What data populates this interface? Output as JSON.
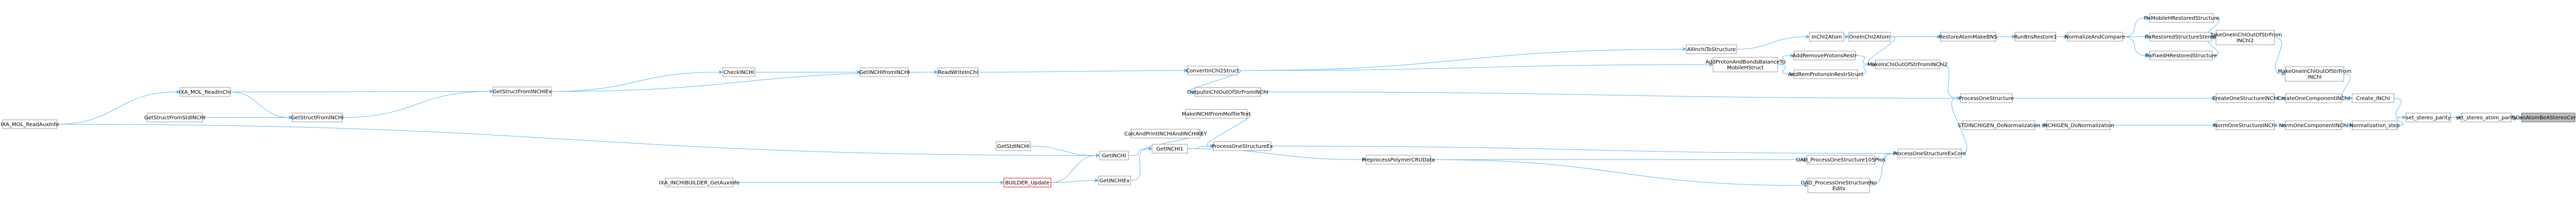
{
  "diagram": {
    "nodes": [
      {
        "id": "root",
        "label": "SCanAtomBeAStereoCenter",
        "style": "root"
      },
      {
        "id": "set_stereo_atom_parity",
        "label": "set_stereo_atom_parity"
      },
      {
        "id": "set_stereo_parity",
        "label": "set_stereo_parity"
      },
      {
        "id": "Create_INChI",
        "label": "Create_INChI"
      },
      {
        "id": "Normalization_step",
        "label": "Normalization_step"
      },
      {
        "id": "CreateOneComponentINChI",
        "label": "CreateOneComponentINChI"
      },
      {
        "id": "NormOneComponentINChI",
        "label": "NormOneComponentINChI"
      },
      {
        "id": "MakeOneInChIOutOfStrFromINChI",
        "label": "MakeOneInChIOutOfStrFrom\nINChI"
      },
      {
        "id": "CreateOneStructureINChI",
        "label": "CreateOneStructureINChI"
      },
      {
        "id": "NormOneStructureINChI",
        "label": "NormOneStructureINChI"
      },
      {
        "id": "MakeOneInChIOutOfStrFromINChI2",
        "label": "MakeOneInChIOutOfStrFrom\nINChI2"
      },
      {
        "id": "ProcessOneStructure",
        "label": "ProcessOneStructure"
      },
      {
        "id": "INCHIGEN_DoNormalization",
        "label": "INCHIGEN_DoNormalization"
      },
      {
        "id": "STDINCHIGEN_DoNormalization",
        "label": "STDINCHIGEN_DoNormalization"
      },
      {
        "id": "FixMobileHRestoredStructure",
        "label": "FixMobileHRestoredStructure"
      },
      {
        "id": "FixRestoredStructureStereo",
        "label": "FixRestoredStructureStereo"
      },
      {
        "id": "FixFixedHRestoredStructure",
        "label": "FixFixedHRestoredStructure"
      },
      {
        "id": "NormalizeAndCompare",
        "label": "NormalizeAndCompare"
      },
      {
        "id": "RunBnsRestore1",
        "label": "RunBnsRestore1"
      },
      {
        "id": "RestoreAtomMakeBNS",
        "label": "RestoreAtomMakeBNS"
      },
      {
        "id": "MakeInChIOutOfStrFromINChI2",
        "label": "MakeInChIOutOfStrFromINChI2"
      },
      {
        "id": "ProcessOneStructureEx",
        "label": "ProcessOneStructureEx"
      },
      {
        "id": "ProcessOneStructureExCore",
        "label": "ProcessOneStructureExCore"
      },
      {
        "id": "OneInChI2Atom",
        "label": "OneInChI2Atom"
      },
      {
        "id": "InChI2Atom",
        "label": "InChI2Atom"
      },
      {
        "id": "AddRemoveProtonsRestr",
        "label": "AddRemoveProtonsRestr"
      },
      {
        "id": "AddRemProtonsInRestrStruct",
        "label": "AddRemProtonsInRestrStruct"
      },
      {
        "id": "AddProtonAndBondsBalanceToMobileHStruct",
        "label": "AddProtonAndBondsBalanceTo\nMobileHStruct"
      },
      {
        "id": "AllInchiToStructure",
        "label": "AllInchiToStructure"
      },
      {
        "id": "OutputInChIOutOfStrFromINChI",
        "label": "OutputInChIOutOfStrFromINChI"
      },
      {
        "id": "OAD_ProcessOneStructure105Plus",
        "label": "OAD_ProcessOneStructure105Plus"
      },
      {
        "id": "OAD_ProcessOneStructureNoEdits",
        "label": "OAD_ProcessOneStructureNo\nEdits"
      },
      {
        "id": "PreprocessPolymerCRUData",
        "label": "PreprocessPolymerCRUData"
      },
      {
        "id": "ConvertInChI2Struct",
        "label": "ConvertInChI2Struct"
      },
      {
        "id": "MakeINCHIFromMolfileText",
        "label": "MakeINCHIFromMolfileText"
      },
      {
        "id": "CalcAndPrintINCHIAndINCHIKEY",
        "label": "CalcAndPrintINCHIAndINCHIKEY"
      },
      {
        "id": "GetINCHI1",
        "label": "GetINCHI1"
      },
      {
        "id": "GetINCHI",
        "label": "GetINCHI"
      },
      {
        "id": "GetINCHIEx",
        "label": "GetINCHIEx"
      },
      {
        "id": "GetStdINCHI",
        "label": "GetStdINCHI"
      },
      {
        "id": "BUILDER_Update",
        "label": "BUILDER_Update",
        "style": "red"
      },
      {
        "id": "IXA_INCHIBUILDER_GetInChIAuxInfo",
        "label": "IXA_INCHIBUILDER_GetAuxInfo"
      },
      {
        "id": "ReadWriteInChI",
        "label": "ReadWriteInChI"
      },
      {
        "id": "GetINCHIfromINCHI",
        "label": "GetINCHIfromINCHI"
      },
      {
        "id": "CheckINCHI",
        "label": "CheckINCHI"
      },
      {
        "id": "GetStructFromINCHIEx",
        "label": "GetStructFromINCHIEx"
      },
      {
        "id": "GetStructFromINCHI",
        "label": "GetStructFromINCHI"
      },
      {
        "id": "GetStructFromStdINCHI",
        "label": "GetStructFromStdINCHI"
      },
      {
        "id": "IXA_MOL_ReadInChI",
        "label": "IXA_MOL_ReadInChI"
      },
      {
        "id": "IXA_MOL_ReadAuxInfo",
        "label": "IXA_MOL_ReadAuxInfo"
      }
    ],
    "edges": [
      [
        "set_stereo_atom_parity",
        "root"
      ],
      [
        "set_stereo_parity",
        "set_stereo_atom_parity"
      ],
      [
        "Create_INChI",
        "set_stereo_parity"
      ],
      [
        "Normalization_step",
        "set_stereo_parity"
      ],
      [
        "CreateOneComponentINChI",
        "Create_INChI"
      ],
      [
        "MakeOneInChIOutOfStrFromINChI",
        "Create_INChI"
      ],
      [
        "NormOneComponentINChI",
        "Normalization_step"
      ],
      [
        "CreateOneStructureINChI",
        "CreateOneComponentINChI"
      ],
      [
        "NormOneStructureINChI",
        "NormOneComponentINChI"
      ],
      [
        "MakeOneInChIOutOfStrFromINChI2",
        "MakeOneInChIOutOfStrFromINChI"
      ],
      [
        "ProcessOneStructure",
        "CreateOneStructureINChI"
      ],
      [
        "INCHIGEN_DoNormalization",
        "NormOneStructureINChI"
      ],
      [
        "STDINCHIGEN_DoNormalization",
        "INCHIGEN_DoNormalization"
      ],
      [
        "FixMobileHRestoredStructure",
        "MakeOneInChIOutOfStrFromINChI2"
      ],
      [
        "FixRestoredStructureStereo",
        "MakeOneInChIOutOfStrFromINChI2"
      ],
      [
        "FixFixedHRestoredStructure",
        "MakeOneInChIOutOfStrFromINChI2"
      ],
      [
        "NormalizeAndCompare",
        "MakeOneInChIOutOfStrFromINChI2"
      ],
      [
        "NormalizeAndCompare",
        "FixMobileHRestoredStructure"
      ],
      [
        "NormalizeAndCompare",
        "FixRestoredStructureStereo"
      ],
      [
        "NormalizeAndCompare",
        "FixFixedHRestoredStructure"
      ],
      [
        "RunBnsRestore1",
        "NormalizeAndCompare"
      ],
      [
        "RestoreAtomMakeBNS",
        "RunBnsRestore1"
      ],
      [
        "OneInChI2Atom",
        "RestoreAtomMakeBNS"
      ],
      [
        "MakeInChIOutOfStrFromINChI2",
        "ProcessOneStructure"
      ],
      [
        "ProcessOneStructureExCore",
        "ProcessOneStructure"
      ],
      [
        "ProcessOneStructureEx",
        "ProcessOneStructureExCore"
      ],
      [
        "OAD_ProcessOneStructure105Plus",
        "ProcessOneStructureExCore"
      ],
      [
        "OAD_ProcessOneStructureNoEdits",
        "ProcessOneStructureExCore"
      ],
      [
        "InChI2Atom",
        "OneInChI2Atom"
      ],
      [
        "AddRemoveProtonsRestr",
        "MakeInChIOutOfStrFromINChI2"
      ],
      [
        "AddRemProtonsInRestrStruct",
        "MakeInChIOutOfStrFromINChI2"
      ],
      [
        "OneInChI2Atom",
        "MakeInChIOutOfStrFromINChI2"
      ],
      [
        "AddProtonAndBondsBalanceToMobileHStruct",
        "AddRemoveProtonsRestr"
      ],
      [
        "AddProtonAndBondsBalanceToMobileHStruct",
        "AddRemProtonsInRestrStruct"
      ],
      [
        "AllInchiToStructure",
        "InChI2Atom"
      ],
      [
        "ConvertInChI2Struct",
        "AllInchiToStructure"
      ],
      [
        "ConvertInChI2Struct",
        "AddProtonAndBondsBalanceToMobileHStruct"
      ],
      [
        "ConvertInChI2Struct",
        "OutputInChIOutOfStrFromINChI"
      ],
      [
        "OutputInChIOutOfStrFromINChI",
        "ProcessOneStructure"
      ],
      [
        "PreprocessPolymerCRUData",
        "OAD_ProcessOneStructure105Plus"
      ],
      [
        "PreprocessPolymerCRUData",
        "OAD_ProcessOneStructureNoEdits"
      ],
      [
        "GetINCHI1",
        "ProcessOneStructureEx"
      ],
      [
        "GetINCHI1",
        "PreprocessPolymerCRUData"
      ],
      [
        "MakeINCHIFromMolfileText",
        "ProcessOneStructureEx"
      ],
      [
        "CalcAndPrintINCHIAndINCHIKEY",
        "GetINCHI1"
      ],
      [
        "GetINCHI",
        "GetINCHI1"
      ],
      [
        "GetINCHIEx",
        "GetINCHI1"
      ],
      [
        "BUILDER_Update",
        "GetINCHI"
      ],
      [
        "BUILDER_Update",
        "GetINCHIEx"
      ],
      [
        "GetStdINCHI",
        "GetINCHI"
      ],
      [
        "IXA_INCHIBUILDER_GetInChIAuxInfo",
        "BUILDER_Update"
      ],
      [
        "ReadWriteInChI",
        "ConvertInChI2Struct"
      ],
      [
        "GetINCHIfromINCHI",
        "ReadWriteInChI"
      ],
      [
        "GetStructFromINCHIEx",
        "ReadWriteInChI"
      ],
      [
        "CheckINCHI",
        "GetINCHIfromINCHI"
      ],
      [
        "GetStructFromINCHIEx",
        "CheckINCHI"
      ],
      [
        "GetStructFromINCHI",
        "GetStructFromINCHIEx"
      ],
      [
        "IXA_MOL_ReadInChI",
        "GetStructFromINCHIEx"
      ],
      [
        "GetStructFromStdINCHI",
        "GetStructFromINCHI"
      ],
      [
        "IXA_MOL_ReadInChI",
        "GetStructFromINCHI"
      ],
      [
        "IXA_MOL_ReadAuxInfo",
        "IXA_MOL_ReadInChI"
      ],
      [
        "IXA_MOL_ReadAuxInfo",
        "GetINCHI"
      ]
    ]
  }
}
